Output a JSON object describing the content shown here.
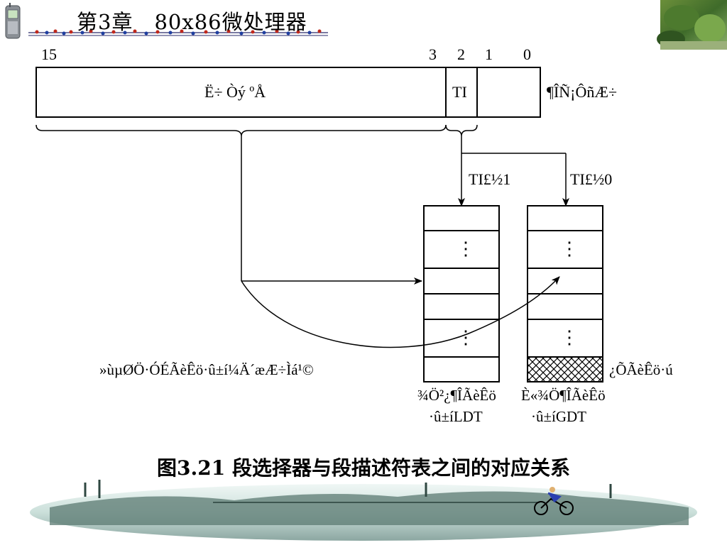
{
  "header": {
    "title": "第3章　80x86微处理器"
  },
  "bit_numbers": {
    "b15": "15",
    "b3": "3",
    "b2": "2",
    "b1": "1",
    "b0": "0"
  },
  "selector": {
    "index_label": "Ë÷  Òý  ºÅ",
    "ti_label": "TI",
    "rpl_label": "¶ÎÑ¡ÔñÆ÷"
  },
  "arrows": {
    "ti1_label": "TI£½1",
    "ti0_label": "TI£½0"
  },
  "tables": {
    "ldt_dots_top": "⋮",
    "ldt_dots_bottom": "⋮",
    "gdt_dots_top": "⋮",
    "gdt_dots_bottom": "⋮",
    "left_annotation": "»ùµØÖ·ÓÉÃèÊö·û±í¼Ä´æÆ÷Ìá¹©",
    "right_annotation": "¿ÕÃèÊö·ú",
    "ldt_caption_1": "¾Ö²¿¶ÎÃèÊö",
    "ldt_caption_2": "·û±íLDT",
    "gdt_caption_1": "È«¾Ö¶ÎÃèÊö",
    "gdt_caption_2": "·û±íGDT"
  },
  "figure_caption": "图3.21  段选择器与段描述符表之间的对应关系",
  "colors": {
    "line": "#000000",
    "background": "#ffffff"
  }
}
